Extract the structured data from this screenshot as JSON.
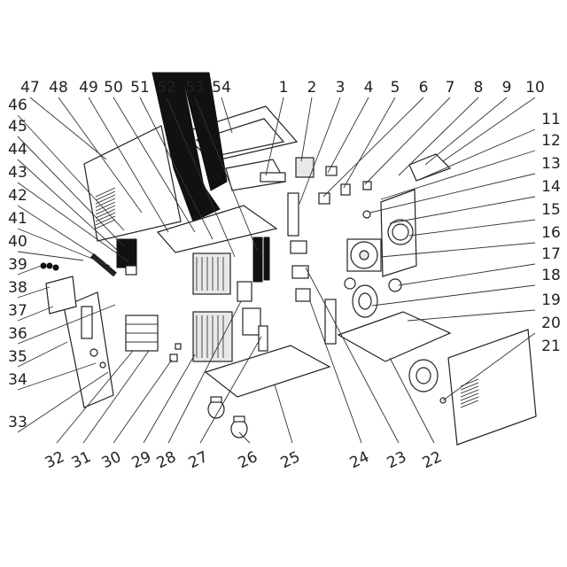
{
  "diagram": {
    "type": "exploded-parts-view",
    "part_numbers_top": [
      "47",
      "48",
      "49",
      "50",
      "51",
      "52",
      "53",
      "54",
      "1",
      "2",
      "3",
      "4",
      "5",
      "6",
      "7",
      "8",
      "9",
      "10"
    ],
    "part_numbers_left": [
      "46",
      "45",
      "44",
      "43",
      "42",
      "41",
      "40",
      "39",
      "38",
      "37",
      "36",
      "35",
      "34",
      "33"
    ],
    "part_numbers_right": [
      "11",
      "12",
      "13",
      "14",
      "15",
      "16",
      "17",
      "18",
      "19",
      "20",
      "21"
    ],
    "part_numbers_bottom": [
      "32",
      "31",
      "30",
      "29",
      "28",
      "27",
      "26",
      "25",
      "24",
      "23",
      "22"
    ]
  }
}
